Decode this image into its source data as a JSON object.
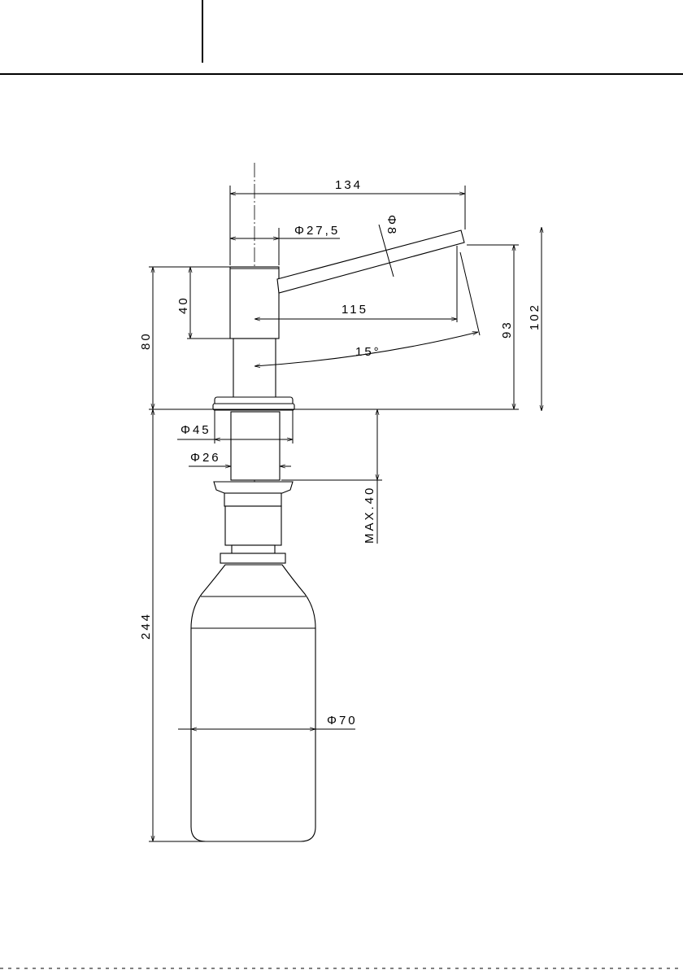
{
  "colors": {
    "line": "#000000",
    "background": "#ffffff"
  },
  "dimensions": {
    "spout_length": "134",
    "body_diameter": "Φ27,5",
    "spout_diameter": "Φ8",
    "head_height": "40",
    "spout_reach": "115",
    "spout_angle": "15°",
    "above_counter_height": "80",
    "spout_tip_height": "93",
    "overall_height": "102",
    "flange_diameter": "Φ45",
    "hole_diameter": "Φ26",
    "max_counter_thickness": "MAX.40",
    "below_counter_length": "244",
    "bottle_diameter": "Φ70"
  }
}
